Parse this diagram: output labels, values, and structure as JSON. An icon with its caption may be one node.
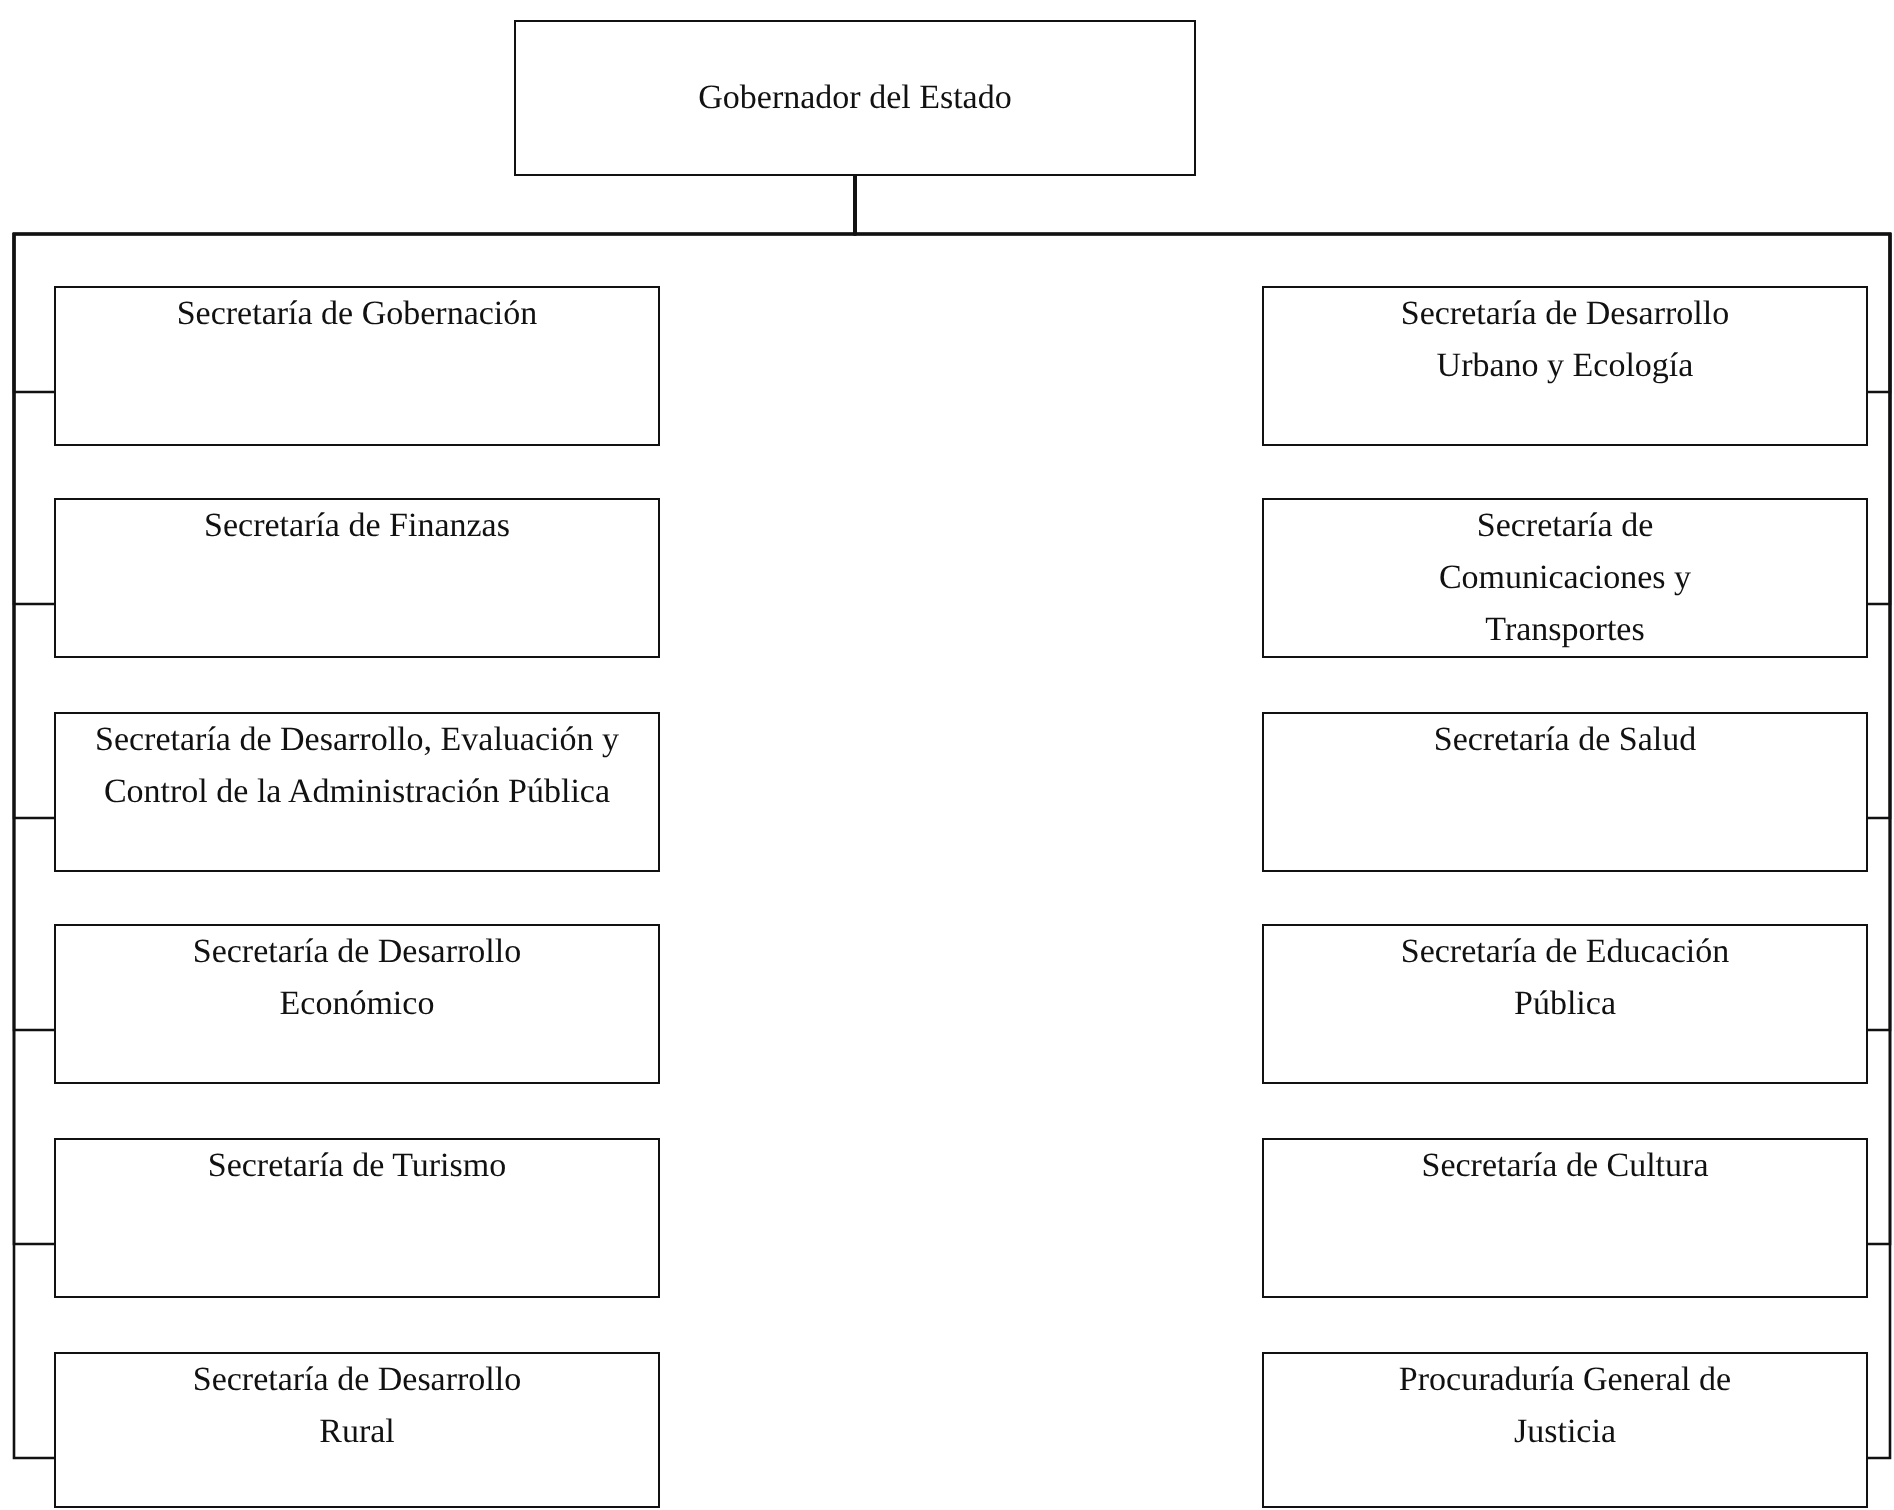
{
  "diagram": {
    "nodes": [
      {
        "text": [
          "Gobernador del Estado"
        ]
      },
      {
        "text": [
          "Secretaría de Gobernación"
        ]
      },
      {
        "text": [
          "Secretaría de Finanzas"
        ]
      },
      {
        "text": [
          "Secretaría de Desarrollo, Evaluación y Control de la Administración Pública"
        ]
      },
      {
        "text": [
          "Secretaría de Desarrollo Económico"
        ]
      },
      {
        "text": [
          "Secretaría de Turismo"
        ]
      },
      {
        "text": [
          "Secretaría de Desarrollo Rural"
        ]
      },
      {
        "text": [
          "Secretaría de Desarrollo Urbano y Ecología"
        ]
      },
      {
        "text": [
          "Secretaría de Comunicaciones y Transportes"
        ]
      },
      {
        "text": [
          "Secretaría de Salud"
        ]
      },
      {
        "text": [
          "Secretaría de Educación Pública"
        ]
      },
      {
        "text": [
          "Secretaría de Cultura"
        ]
      },
      {
        "text": [
          "Procuraduría General de Justicia"
        ]
      }
    ],
    "edges": [
      {
        "from": 0,
        "to": 1,
        "arrow": "none"
      },
      {
        "from": 0,
        "to": 2,
        "arrow": "none"
      },
      {
        "from": 0,
        "to": 3,
        "arrow": "none"
      },
      {
        "from": 0,
        "to": 4,
        "arrow": "none"
      },
      {
        "from": 0,
        "to": 5,
        "arrow": "none"
      },
      {
        "from": 0,
        "to": 6,
        "arrow": "none"
      },
      {
        "from": 0,
        "to": 7,
        "arrow": "none"
      },
      {
        "from": 0,
        "to": 8,
        "arrow": "none"
      },
      {
        "from": 0,
        "to": 9,
        "arrow": "none"
      },
      {
        "from": 0,
        "to": 10,
        "arrow": "none"
      },
      {
        "from": 0,
        "to": 11,
        "arrow": "none"
      },
      {
        "from": 0,
        "to": 12,
        "arrow": "none"
      }
    ]
  }
}
